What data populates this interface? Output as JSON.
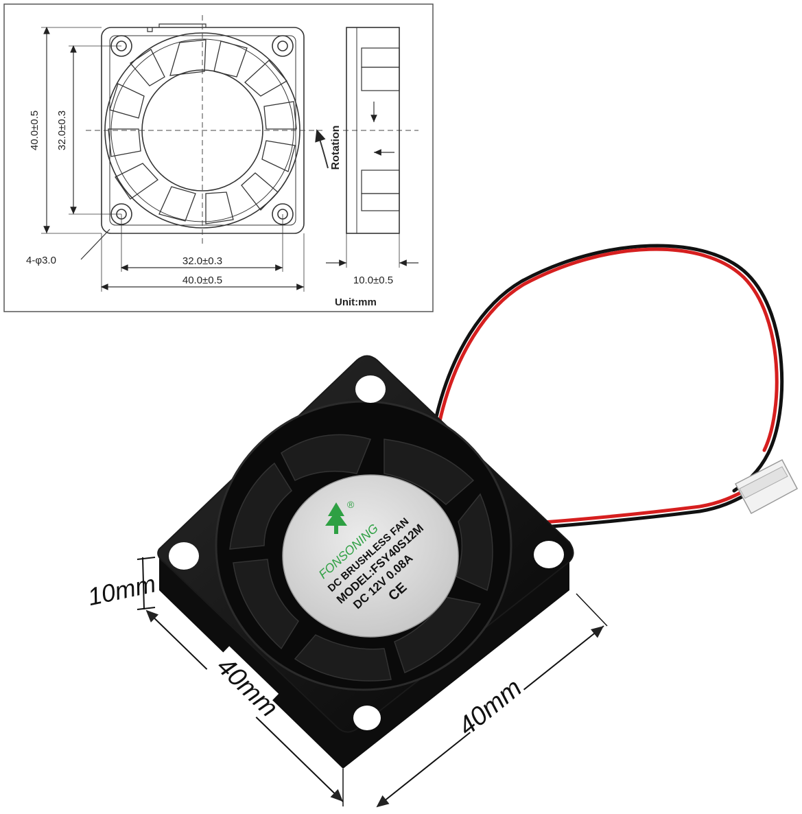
{
  "drawing": {
    "dim_outer_height": "40.0±0.5",
    "dim_inner_height": "32.0±0.3",
    "dim_inner_width": "32.0±0.3",
    "dim_outer_width": "40.0±0.5",
    "dim_thickness": "10.0±0.5",
    "hole_spec": "4-φ3.0",
    "rotation_label": "Rotation",
    "unit_label": "Unit:mm"
  },
  "photo": {
    "label": {
      "brand": "FONSONING",
      "registered_mark": "®",
      "line1": "DC BRUSHLESS FAN",
      "line2": "MODEL:FSY40S12M",
      "line3": "DC 12V  0.08A",
      "ce_mark": "CE"
    },
    "dimension_labels": {
      "thickness": "10mm",
      "left_side": "40mm",
      "right_side": "40mm"
    }
  },
  "colors": {
    "fan_body": "#111111",
    "label_sticker": "#d9d9d9",
    "brand_green": "#2ea043",
    "wire_red": "#d61f1f",
    "wire_black": "#111111",
    "connector": "#f2f2f2"
  }
}
